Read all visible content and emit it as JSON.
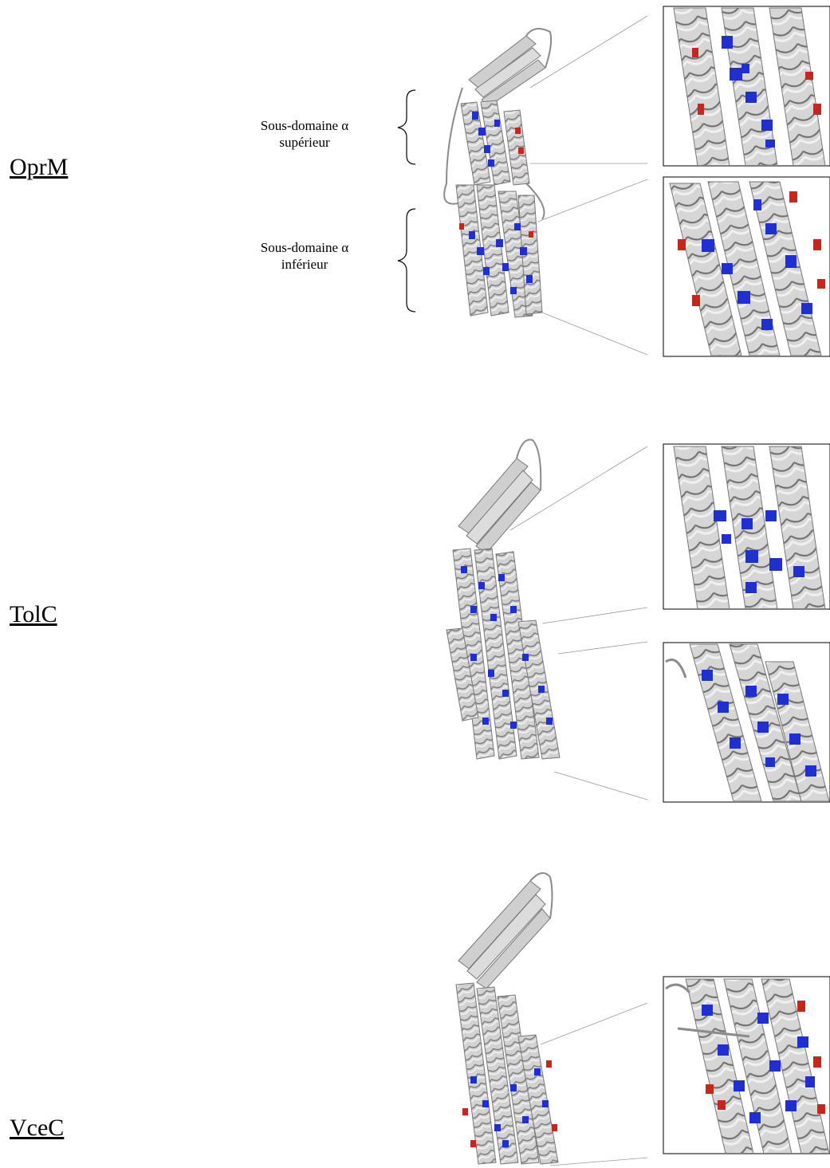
{
  "proteins": [
    {
      "name": "OprM"
    },
    {
      "name": "TolC"
    },
    {
      "name": "VceC"
    }
  ],
  "subdomains": {
    "upper": {
      "line1": "Sous-domaine α",
      "line2": "supérieur"
    },
    "lower": {
      "line1": "Sous-domaine α",
      "line2": "inférieur"
    }
  },
  "colors": {
    "helix": "#c8c8c8",
    "helix_edge": "#6e6e6e",
    "residue_blue": "#1f2fd0",
    "residue_red": "#c4281c",
    "zoom_line": "#9a9a9a"
  }
}
